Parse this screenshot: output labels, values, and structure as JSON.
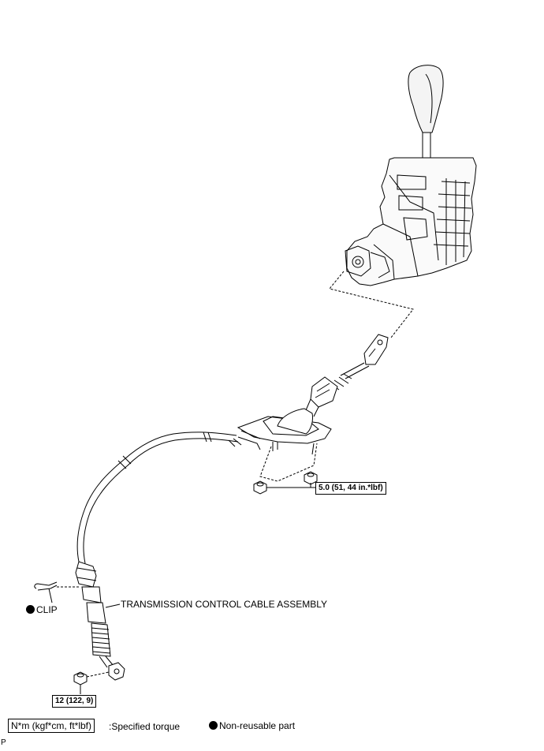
{
  "labels": {
    "cable_assembly": "TRANSMISSION CONTROL CABLE ASSEMBLY",
    "clip": "CLIP",
    "torque_top": "5.0 (51, 44 in.*lbf)",
    "torque_bottom": "12 (122, 9)"
  },
  "legend": {
    "torque_unit": "N*m (kgf*cm, ft*lbf)",
    "torque_desc": ":Specified torque",
    "non_reusable": "Non-reusable part"
  },
  "corner_code": "P"
}
